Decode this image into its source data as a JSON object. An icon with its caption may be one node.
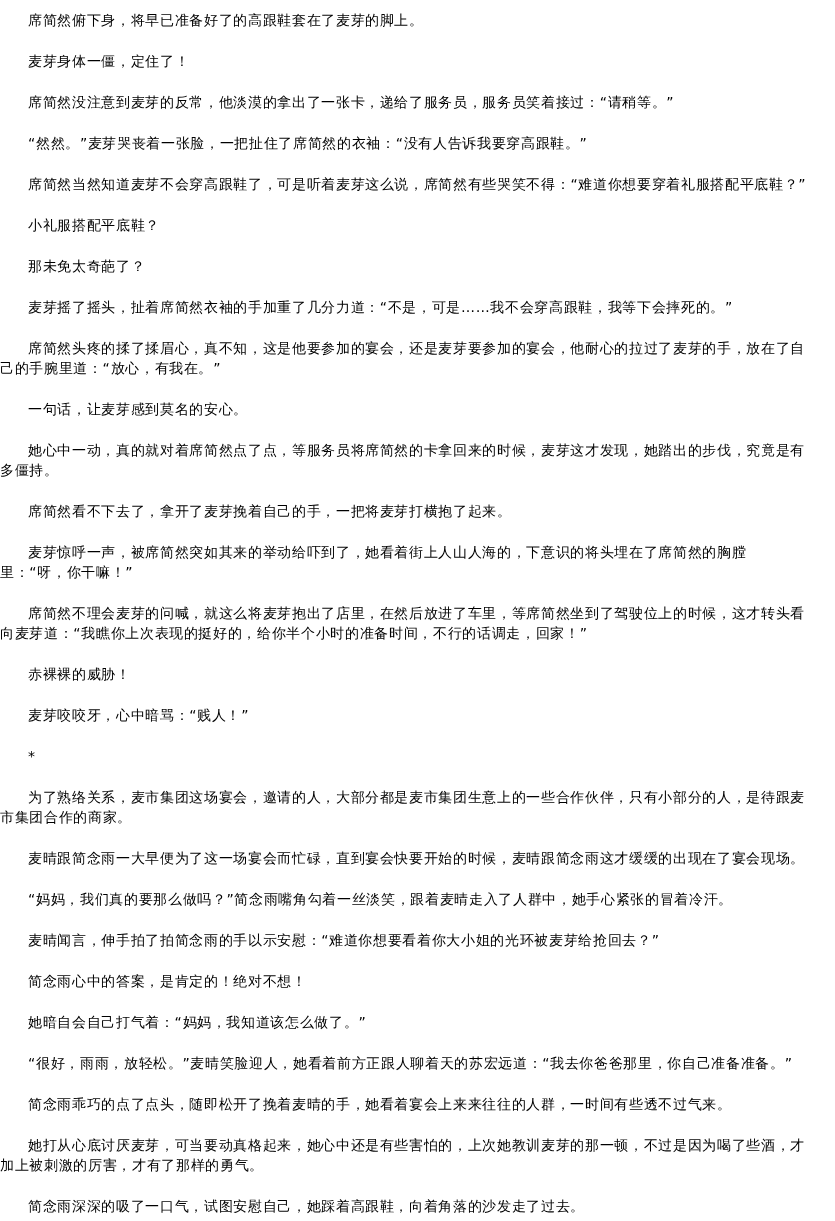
{
  "diagram": {
    "labels": [
      "席简然俯下身，将早已准备好了的高跟鞋套在了麦芽的脚上。",
      "麦芽身体一僵，定住了！",
      "席简然没注意到麦芽的反常，他淡漠的拿出了一张卡，递给了服务员，服务员笑着接过：“请稍等。”",
      "“然然。”麦芽哭丧着一张脸，一把扯住了席简然的衣袖：“没有人告诉我要穿高跟鞋。”",
      "席简然当然知道麦芽不会穿高跟鞋了，可是听着麦芽这么说，席简然有些哭笑不得：“难道你想要穿着礼服搭配平底鞋？”",
      "小礼服搭配平底鞋？",
      "那未免太奇葩了？",
      "麦芽摇了摇头，扯着席简然衣袖的手加重了几分力道：“不是，可是……我不会穿高跟鞋，我等下会摔死的。”",
      "席简然头疼的揉了揉眉心，真不知，这是他要参加的宴会，还是麦芽要参加的宴会，他耐心的拉过了麦芽的手，放在了自己的手腕里道：“放心，有我在。”",
      "一句话，让麦芽感到莫名的安心。",
      "她心中一动，真的就对着席简然点了点，等服务员将席简然的卡拿回来的时候，麦芽这才发现，她踏出的步伐，究竟是有多僵持。",
      "席简然看不下去了，拿开了麦芽挽着自己的手，一把将麦芽打横抱了起来。",
      "麦芽惊呼一声，被席简然突如其来的举动给吓到了，她看着街上人山人海的，下意识的将头埋在了席简然的胸膛里：“呀，你干嘛！”",
      "席简然不理会麦芽的问喊，就这么将麦芽抱出了店里，在然后放进了车里，等席简然坐到了驾驶位上的时候，这才转头看向麦芽道：“我瞧你上次表现的挺好的，给你半个小时的准备时间，不行的话调走，回家！”",
      "赤裸裸的威胁！",
      "麦芽咬咬牙，心中暗骂：“贱人！”",
      "*",
      "为了熟络关系，麦市集团这场宴会，邀请的人，大部分都是麦市集团生意上的一些合作伙伴，只有小部分的人，是待跟麦市集团合作的商家。",
      "麦晴跟简念雨一大早便为了这一场宴会而忙碌，直到宴会快要开始的时候，麦晴跟简念雨这才缓缓的出现在了宴会现场。",
      "“妈妈，我们真的要那么做吗？”简念雨嘴角勾着一丝淡笑，跟着麦晴走入了人群中，她手心紧张的冒着冷汗。",
      "麦晴闻言，伸手拍了拍简念雨的手以示安慰：“难道你想要看着你大小姐的光环被麦芽给抢回去？”",
      "简念雨心中的答案，是肯定的！绝对不想！",
      "她暗自会自己打气着：“妈妈，我知道该怎么做了。”",
      "“很好，雨雨，放轻松。”麦晴笑脸迎人，她看着前方正跟人聊着天的苏宏远道：“我去你爸爸那里，你自己准备准备。”",
      "简念雨乖巧的点了点头，随即松开了挽着麦晴的手，她看着宴会上来来往往的人群，一时间有些透不过气来。",
      "她打从心底讨厌麦芽，可当要动真格起来，她心中还是有些害怕的，上次她教训麦芽的那一顿，不过是因为喝了些酒，才加上被刺激的厉害，才有了那样的勇气。",
      "简念雨深深的吸了一口气，试图安慰自己，她踩着高跟鞋，向着角落的沙发走了过去。"
    ]
  }
}
